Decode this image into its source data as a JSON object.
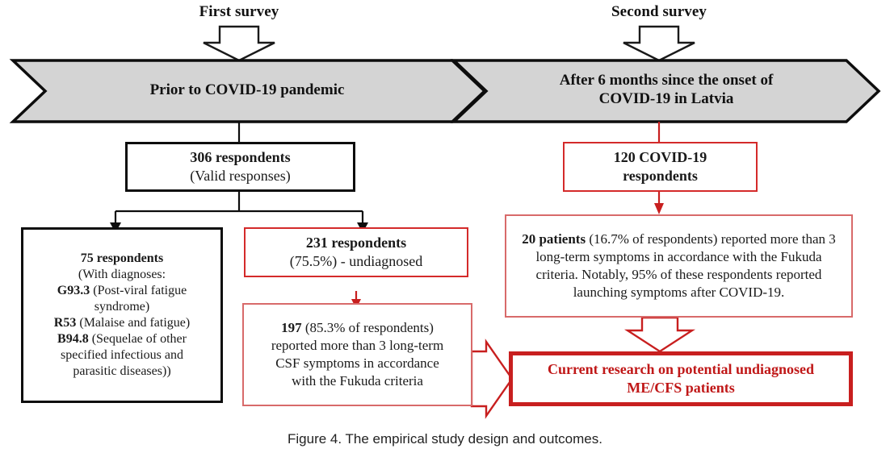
{
  "figure": {
    "caption": "Figure 4. The empirical study design and outcomes."
  },
  "colors": {
    "black": "#0d0d0d",
    "red": "#c81f1f",
    "red_light": "#d86a6a",
    "banner_fill": "#d4d4d4"
  },
  "surveys": {
    "first": "First survey",
    "second": "Second survey"
  },
  "banners": [
    {
      "id": "left-banner",
      "label": "Prior to COVID-19 pandemic"
    },
    {
      "id": "right-banner",
      "line1": "After 6 months since the onset of",
      "line2": "COVID-19 in Latvia"
    }
  ],
  "left_branch": {
    "respondents_box": {
      "line1": "306 respondents",
      "line2": "(Valid responses)"
    },
    "diagnosed_box": {
      "line1": "75 respondents",
      "line2": "(With diagnoses:",
      "line3_bold": "G93.3",
      "line3_rest": " (Post-viral fatigue",
      "line4": "syndrome)",
      "line5_bold": "R53",
      "line5_rest": " (Malaise and fatigue)",
      "line6_bold": "B94.8",
      "line6_rest": " (Sequelae of other",
      "line7": "specified infectious and",
      "line8": "parasitic diseases))"
    },
    "undiagnosed_box": {
      "line1": "231 respondents",
      "line2": "(75.5%) - undiagnosed"
    },
    "fukuda_box": {
      "line1_bold": "197",
      "line1_rest": " (85.3% of respondents)",
      "line2": "reported more than 3 long-term",
      "line3": "CSF symptoms in accordance",
      "line4": "with the Fukuda criteria"
    }
  },
  "right_branch": {
    "covid_respondents_box": {
      "line1": "120 COVID-19",
      "line2": "respondents"
    },
    "patients_box": {
      "lead_bold": "20 patients",
      "body": " (16.7% of respondents) reported more than 3 long-term symptoms in accordance with the Fukuda criteria. Notably, 95% of these respondents reported launching symptoms after COVID-19."
    }
  },
  "conclusion_box": {
    "line1": "Current research on potential undiagnosed",
    "line2": "ME/CFS patients"
  }
}
